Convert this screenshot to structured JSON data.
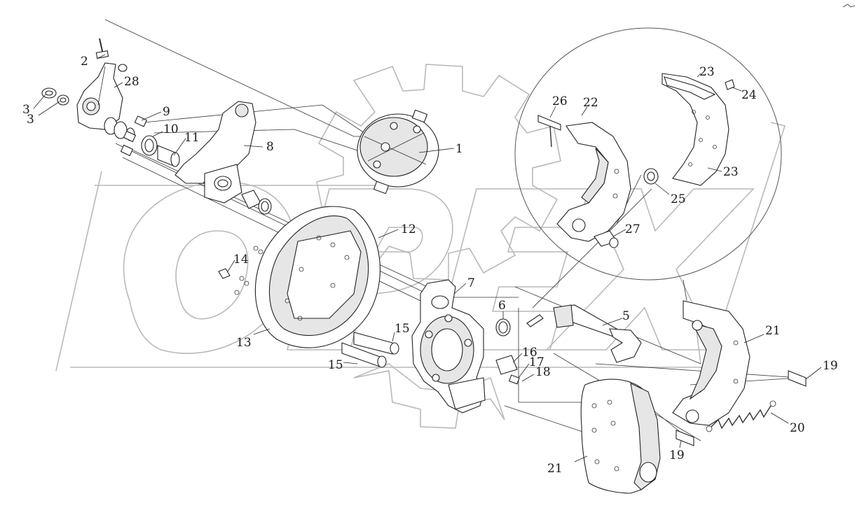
{
  "watermark": {
    "text": "OPEX"
  },
  "callouts": [
    {
      "id": "c1",
      "text": "1"
    },
    {
      "id": "c2",
      "text": "2"
    },
    {
      "id": "c3a",
      "text": "3"
    },
    {
      "id": "c3b",
      "text": "3"
    },
    {
      "id": "c5",
      "text": "5"
    },
    {
      "id": "c6",
      "text": "6"
    },
    {
      "id": "c7",
      "text": "7"
    },
    {
      "id": "c8",
      "text": "8"
    },
    {
      "id": "c9",
      "text": "9"
    },
    {
      "id": "c10",
      "text": "10"
    },
    {
      "id": "c11",
      "text": "11"
    },
    {
      "id": "c12",
      "text": "12"
    },
    {
      "id": "c13",
      "text": "13"
    },
    {
      "id": "c14",
      "text": "14"
    },
    {
      "id": "c15a",
      "text": "15"
    },
    {
      "id": "c15b",
      "text": "15"
    },
    {
      "id": "c16",
      "text": "16"
    },
    {
      "id": "c17",
      "text": "17"
    },
    {
      "id": "c18",
      "text": "18"
    },
    {
      "id": "c19a",
      "text": "19"
    },
    {
      "id": "c19b",
      "text": "19"
    },
    {
      "id": "c20",
      "text": "20"
    },
    {
      "id": "c21a",
      "text": "21"
    },
    {
      "id": "c21b",
      "text": "21"
    },
    {
      "id": "c22",
      "text": "22"
    },
    {
      "id": "c23a",
      "text": "23"
    },
    {
      "id": "c23b",
      "text": "23"
    },
    {
      "id": "c24",
      "text": "24"
    },
    {
      "id": "c25",
      "text": "25"
    },
    {
      "id": "c26",
      "text": "26"
    },
    {
      "id": "c27",
      "text": "27"
    },
    {
      "id": "c28",
      "text": "28"
    }
  ]
}
